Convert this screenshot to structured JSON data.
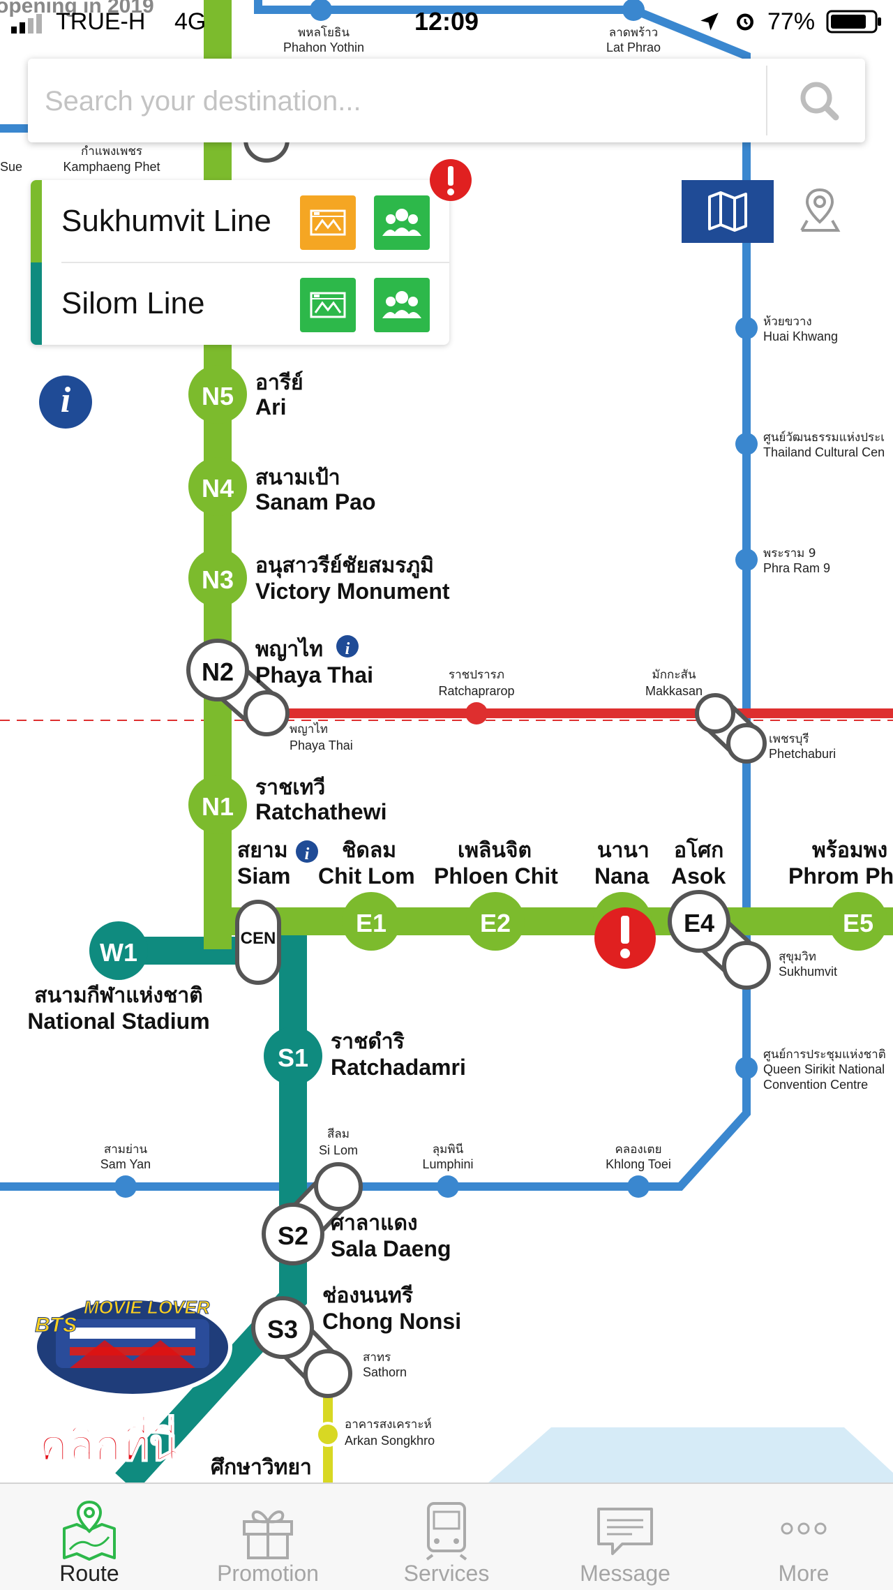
{
  "status_bar": {
    "carrier": "TRUE-H",
    "network": "4G",
    "time": "12:09",
    "battery": "77%",
    "overlay_text": "opening in 2019"
  },
  "search": {
    "placeholder": "Search your destination...",
    "icon": "search-icon"
  },
  "lines_panel": {
    "items": [
      {
        "label": "Sukhumvit Line",
        "color": "#7cbb2d",
        "schedule_icon": "train-schedule-icon",
        "schedule_color": "#f5a623",
        "crowd_icon": "crowd-icon",
        "crowd_color": "#2db84a"
      },
      {
        "label": "Silom Line",
        "color": "#0f8b7f",
        "schedule_icon": "train-schedule-icon",
        "schedule_color": "#2db84a",
        "crowd_icon": "crowd-icon",
        "crowd_color": "#2db84a"
      }
    ],
    "alert_icon": "alert-icon"
  },
  "view_toggle": {
    "map_icon": "map-icon",
    "pin_icon": "location-pin-icon",
    "active_color": "#1f4b96"
  },
  "info_button": {
    "glyph": "i"
  },
  "map": {
    "colors": {
      "sukhumvit": "#7cbb2d",
      "silom": "#0f8b7f",
      "mrt_blue": "#3a87cf",
      "airport_link": "#de2f2f",
      "gold": "#d8d823"
    },
    "stations": {
      "N5": {
        "code": "N5",
        "th": "อารีย์",
        "en": "Ari"
      },
      "N4": {
        "code": "N4",
        "th": "สนามเป้า",
        "en": "Sanam Pao"
      },
      "N3": {
        "code": "N3",
        "th": "อนุสาวรีย์ชัยสมรภูมิ",
        "en": "Victory Monument"
      },
      "N2": {
        "code": "N2",
        "th": "พญาไท",
        "en": "Phaya Thai"
      },
      "N1": {
        "code": "N1",
        "th": "ราชเทวี",
        "en": "Ratchathewi"
      },
      "CEN": {
        "code": "CEN",
        "th": "สยาม",
        "en": "Siam"
      },
      "E1": {
        "code": "E1",
        "th": "ชิดลม",
        "en": "Chit Lom"
      },
      "E2": {
        "code": "E2",
        "th": "เพลินจิต",
        "en": "Phloen Chit"
      },
      "E3": {
        "th": "นานา",
        "en": "Nana"
      },
      "E4": {
        "code": "E4",
        "th": "อโศก",
        "en": "Asok"
      },
      "E5": {
        "code": "E5",
        "th": "พร้อมพง",
        "en": "Phrom Ph"
      },
      "W1": {
        "code": "W1",
        "th": "สนามกีฬาแห่งชาติ",
        "en": "National Stadium"
      },
      "S1": {
        "code": "S1",
        "th": "ราชดำริ",
        "en": "Ratchadamri"
      },
      "S2": {
        "code": "S2",
        "th": "ศาลาแดง",
        "en": "Sala Daeng"
      },
      "S3": {
        "code": "S3",
        "th": "ช่องนนทรี",
        "en": "Chong Nonsi"
      },
      "S4_partial": {
        "th": "ศึกษาวิทยา"
      }
    },
    "mrt_labels": {
      "phahon": {
        "th": "พหลโยธิน",
        "en": "Phahon Yothin"
      },
      "latphrao": {
        "th": "ลาดพร้าว",
        "en": "Lat Phrao"
      },
      "kamphaeng": {
        "th": "กำแพงเพชร",
        "en": "Kamphaeng Phet"
      },
      "sue": {
        "en": "Sue"
      },
      "huaikhwang": {
        "th": "ห้วยขวาง",
        "en": "Huai Khwang"
      },
      "culture": {
        "th": "ศูนย์วัฒนธรรมแห่งประเ",
        "en": "Thailand Cultural Cen"
      },
      "rama9": {
        "th": "พระราม 9",
        "en": "Phra Ram 9"
      },
      "phetchaburi": {
        "th": "เพชรบุรี",
        "en": "Phetchaburi"
      },
      "sukhumvit": {
        "th": "สุขุมวิท",
        "en": "Sukhumvit"
      },
      "qsncc": {
        "th": "ศูนย์การประชุมแห่งชาติ",
        "en": "Queen Sirikit National",
        "en2": "Convention Centre"
      },
      "samyan": {
        "th": "สามย่าน",
        "en": "Sam Yan"
      },
      "silom": {
        "th": "สีลม",
        "en": "Si Lom"
      },
      "lumphini": {
        "th": "ลุมพินี",
        "en": "Lumphini"
      },
      "khlongtoei": {
        "th": "คลองเตย",
        "en": "Khlong Toei"
      },
      "sathorn": {
        "th": "สาทร",
        "en": "Sathorn"
      },
      "arkan": {
        "th": "อาคารสงเคราะห์",
        "en": "Arkan Songkhro"
      },
      "phayathai_arl": {
        "th": "พญาไท",
        "en": "Phaya Thai"
      },
      "ratchaprarop": {
        "th": "ราชปรารภ",
        "en": "Ratchaprarop"
      },
      "makkasan": {
        "th": "มักกะสัน",
        "en": "Makkasan"
      }
    }
  },
  "promo": {
    "title": "MOVIE LOVER",
    "brand": "BTS",
    "cta": "คลิกที่นี่"
  },
  "tab_bar": [
    {
      "label": "Route",
      "icon": "route-map-icon",
      "active": true
    },
    {
      "label": "Promotion",
      "icon": "gift-icon",
      "active": false
    },
    {
      "label": "Services",
      "icon": "train-icon",
      "active": false
    },
    {
      "label": "Message",
      "icon": "message-icon",
      "active": false
    },
    {
      "label": "More",
      "icon": "more-dots-icon",
      "active": false
    }
  ]
}
